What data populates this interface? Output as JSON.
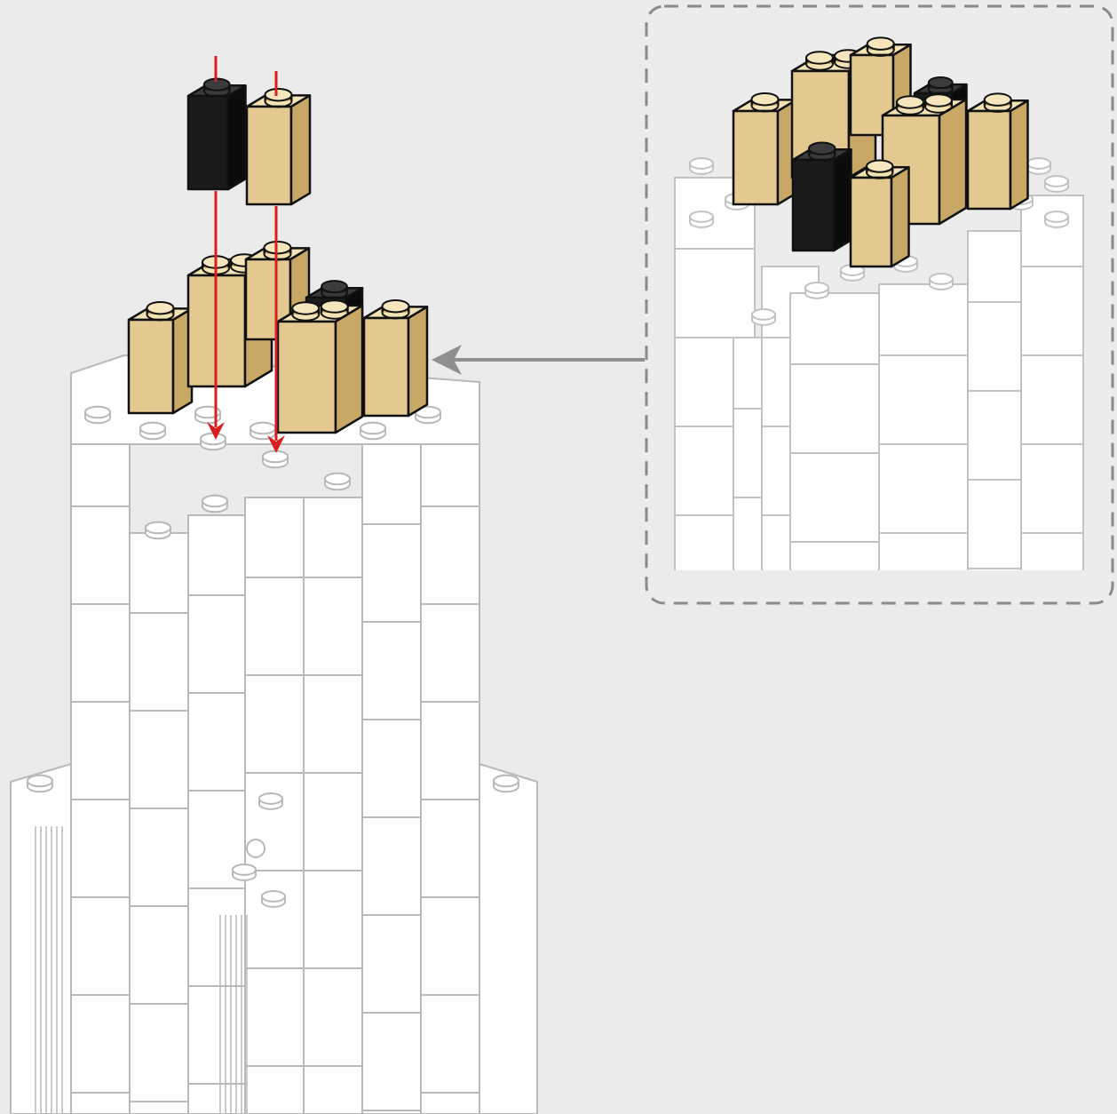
{
  "figure": {
    "kind": "building-instructions-step",
    "has_text": false,
    "colors": {
      "background": "#ebebeb",
      "outline_ghost": "#b9b9b9",
      "ghost_fill": "#ffffff",
      "tan_front": "#e3c98f",
      "tan_side": "#c9a765",
      "tan_top": "#f2e2b4",
      "black_front": "#1b1b1b",
      "black_side": "#0b0b0b",
      "black_top": "#3a3a3a",
      "red_arrow": "#d81e1e",
      "callout_border": "#8a8a8a",
      "callout_arrow": "#8f8f8f"
    },
    "main_model": {
      "description_icon": "tower-model",
      "new_bricks_placed": [
        "tan-brick",
        "tan-brick-2x",
        "tan-brick",
        "black-brick",
        "tan-brick-2x",
        "tan-brick"
      ],
      "falling_bricks": [
        "black-brick",
        "tan-brick"
      ],
      "arrows": [
        "red-down-arrow",
        "red-down-arrow"
      ]
    },
    "callout": {
      "icon": "magnified-top-view",
      "bricks": [
        "tan-brick",
        "tan-brick-2x",
        "tan-brick",
        "black-brick",
        "tan-brick-2x",
        "tan-brick",
        "black-brick",
        "tan-brick"
      ],
      "pointer": "gray-left-arrow"
    }
  }
}
